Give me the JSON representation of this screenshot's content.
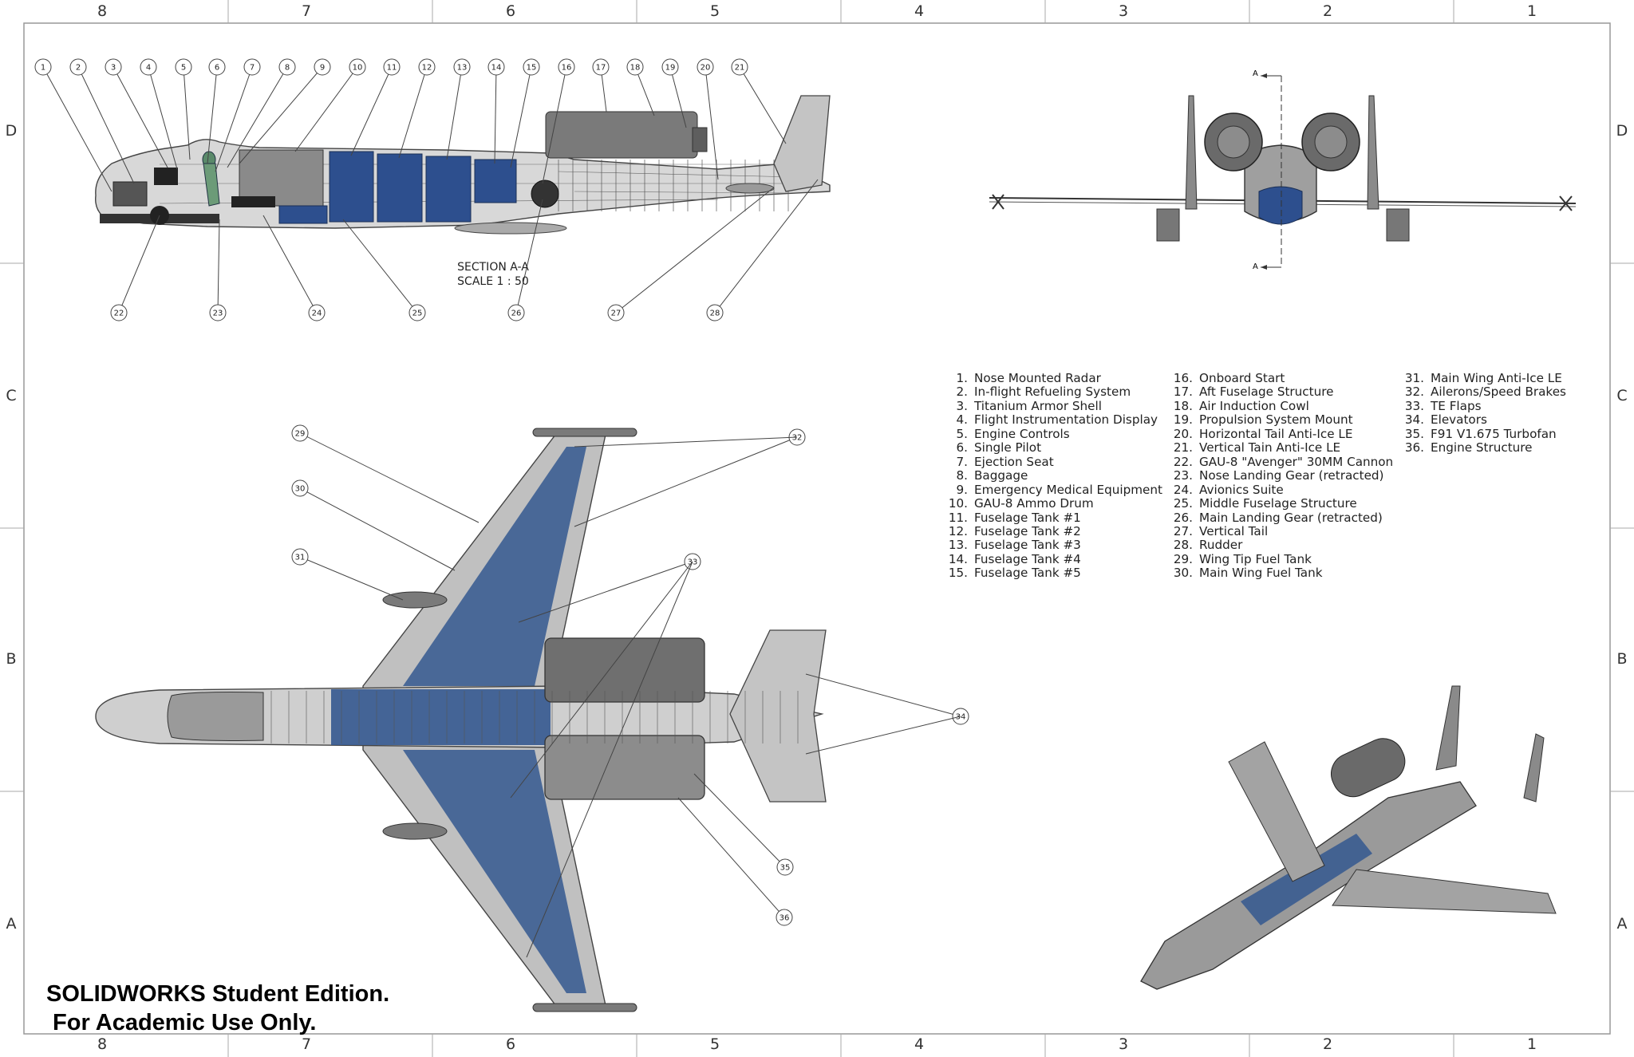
{
  "sheet": {
    "top_columns": [
      "8",
      "7",
      "6",
      "5",
      "4",
      "3",
      "2",
      "1"
    ],
    "bottom_columns": [
      "8",
      "7",
      "6",
      "5",
      "4",
      "3",
      "2",
      "1"
    ],
    "rows": [
      "D",
      "C",
      "B",
      "A"
    ]
  },
  "section": {
    "title": "SECTION A-A",
    "scale": "SCALE 1 : 50",
    "cut_mark": "A"
  },
  "balloons_section": [
    "1",
    "2",
    "3",
    "4",
    "5",
    "6",
    "7",
    "8",
    "9",
    "10",
    "11",
    "12",
    "13",
    "14",
    "15",
    "16",
    "17",
    "18",
    "19",
    "20",
    "21",
    "22",
    "23",
    "24",
    "25",
    "26",
    "27",
    "28"
  ],
  "balloons_plan": [
    "29",
    "30",
    "31",
    "32",
    "33",
    "34",
    "35",
    "36"
  ],
  "legend": {
    "col1": [
      {
        "n": "1.",
        "t": "Nose Mounted Radar"
      },
      {
        "n": "2.",
        "t": "In-flight Refueling System"
      },
      {
        "n": "3.",
        "t": "Titanium Armor Shell"
      },
      {
        "n": "4.",
        "t": "Flight Instrumentation Display"
      },
      {
        "n": "5.",
        "t": "Engine Controls"
      },
      {
        "n": "6.",
        "t": "Single Pilot"
      },
      {
        "n": "7.",
        "t": "Ejection Seat"
      },
      {
        "n": "8.",
        "t": "Baggage"
      },
      {
        "n": "9.",
        "t": "Emergency Medical Equipment"
      },
      {
        "n": "10.",
        "t": "GAU-8 Ammo Drum"
      },
      {
        "n": "11.",
        "t": "Fuselage Tank #1"
      },
      {
        "n": "12.",
        "t": "Fuselage Tank #2"
      },
      {
        "n": "13.",
        "t": "Fuselage Tank #3"
      },
      {
        "n": "14.",
        "t": "Fuselage Tank #4"
      },
      {
        "n": "15.",
        "t": "Fuselage Tank #5"
      }
    ],
    "col2": [
      {
        "n": "16.",
        "t": "Onboard Start"
      },
      {
        "n": "17.",
        "t": "Aft Fuselage Structure"
      },
      {
        "n": "18.",
        "t": "Air Induction Cowl"
      },
      {
        "n": "19.",
        "t": "Propulsion System Mount"
      },
      {
        "n": "20.",
        "t": "Horizontal Tail Anti-Ice LE"
      },
      {
        "n": "21.",
        "t": "Vertical Tain Anti-Ice LE"
      },
      {
        "n": "22.",
        "t": "GAU-8 \"Avenger\" 30MM Cannon"
      },
      {
        "n": "23.",
        "t": "Nose Landing Gear (retracted)"
      },
      {
        "n": "24.",
        "t": "Avionics Suite"
      },
      {
        "n": "25.",
        "t": "Middle Fuselage Structure"
      },
      {
        "n": "26.",
        "t": "Main Landing Gear (retracted)"
      },
      {
        "n": "27.",
        "t": "Vertical Tail"
      },
      {
        "n": "28.",
        "t": "Rudder"
      },
      {
        "n": "29.",
        "t": "Wing Tip Fuel Tank"
      },
      {
        "n": "30.",
        "t": "Main Wing Fuel Tank"
      }
    ],
    "col3": [
      {
        "n": "31.",
        "t": "Main Wing Anti-Ice LE"
      },
      {
        "n": "32.",
        "t": "Ailerons/Speed Brakes"
      },
      {
        "n": "33.",
        "t": "TE Flaps"
      },
      {
        "n": "34.",
        "t": "Elevators"
      },
      {
        "n": "35.",
        "t": "F91 V1.675 Turbofan"
      },
      {
        "n": "36.",
        "t": "Engine Structure"
      }
    ]
  },
  "watermark": {
    "line1": "SOLIDWORKS Student Edition.",
    "line2": " For Academic Use Only."
  },
  "colors": {
    "tank_blue": "#2d4f8e",
    "structure_gray": "#b9b9b9",
    "engine_gray": "#6f6f6f",
    "line": "#333333"
  }
}
